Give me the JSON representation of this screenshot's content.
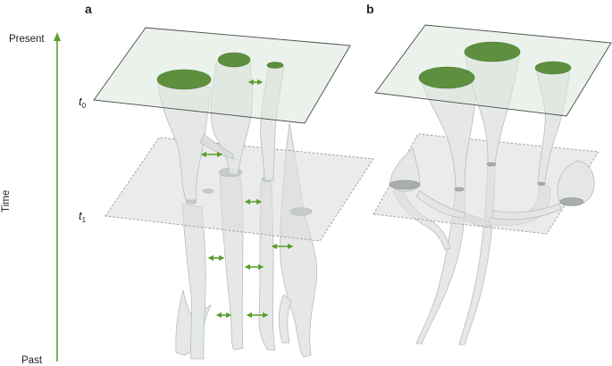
{
  "panels": [
    {
      "id": "a",
      "label": "a"
    },
    {
      "id": "b",
      "label": "b"
    }
  ],
  "time_axis": {
    "title": "Time",
    "top_label": "Present",
    "bottom_label": "Past",
    "color": "#5a9e2c"
  },
  "time_points": [
    {
      "symbol": "t",
      "subscript": "0"
    },
    {
      "symbol": "t",
      "subscript": "1"
    }
  ],
  "colors": {
    "present_plane": "#dbe8da",
    "past_plane": "#dcdede",
    "living_lineage": "#5e8f3f",
    "gene_flow_arrow": "#5a9e2c",
    "tube": "#e4e6e6"
  }
}
